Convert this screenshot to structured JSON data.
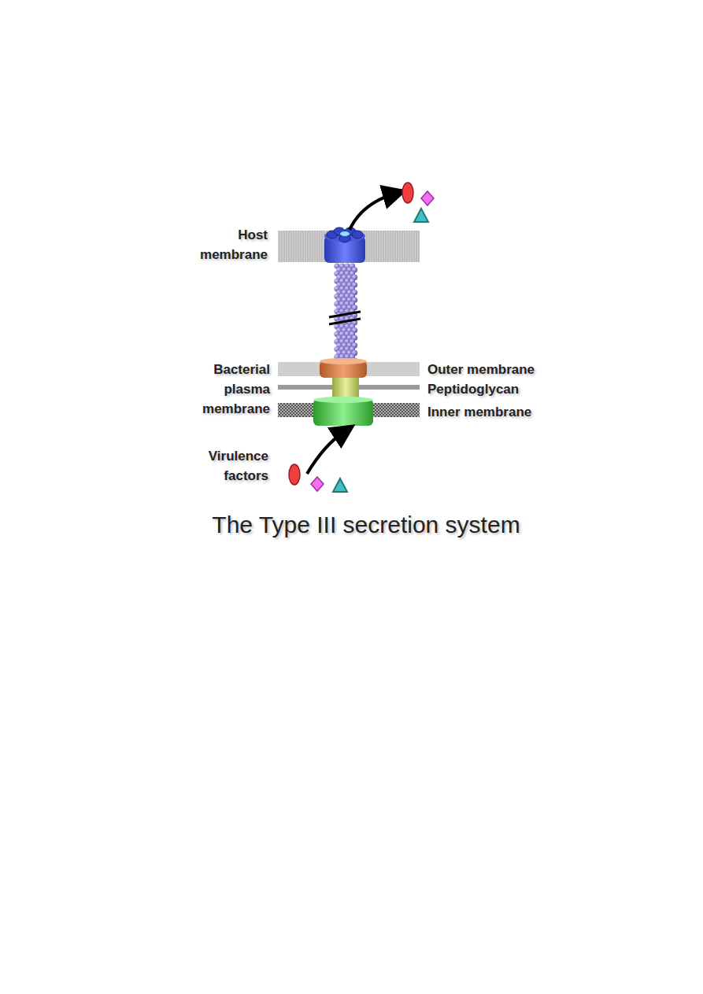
{
  "diagram": {
    "caption": "The Type III secretion system",
    "labels": [
      "Host membrane",
      "Bacterial plasma membrane",
      "Outer membrane",
      "Peptidoglycan",
      "Inner membrane",
      "Virulence factors"
    ]
  }
}
